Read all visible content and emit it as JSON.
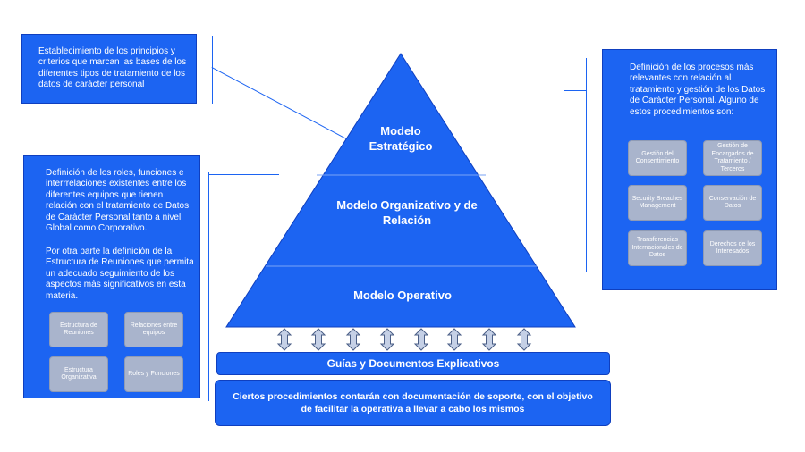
{
  "left_top_box": {
    "text": "Establecimiento de los principios y criterios que marcan las bases de los diferentes tipos de tratamiento de los datos de carácter personal"
  },
  "left_bottom_box": {
    "para1": "Definición de los roles, funciones e interrrelaciones existentes entre los diferentes equipos que tienen relación con el tratamiento de Datos de Carácter Personal tanto a nivel Global como Corporativo.",
    "para2": "Por otra parte la definición de la Estructura de Reuniones que permita un adecuado seguimiento de los aspectos más significativos en esta materia.",
    "chips": [
      "Estructura de Reuniones",
      "Relaciones entre equipos",
      "Estructura Organizativa",
      "Roles y Funciones"
    ]
  },
  "right_box": {
    "text": "Definición de los procesos más relevantes con relación al tratamiento y gestión de los Datos de Carácter Personal. Alguno de estos procedimientos son:",
    "chips": [
      "Gestión del Consentimiento",
      "Gestión de Encargados de Tratamiento / Terceros",
      "Security Breaches Management",
      "Conservación de Datos",
      "Transferencias Internacionales de Datos",
      "Derechos de los Interesados"
    ]
  },
  "pyramid": {
    "top": "Modelo Estratégico",
    "middle": "Modelo Organizativo y de Relación",
    "bottom": "Modelo Operativo"
  },
  "guides_bar": "Guías y Documentos Explicativos",
  "footer_bar": "Ciertos procedimientos contarán con documentación de soporte, con el objetivo de facilitar la operativa a llevar a cabo los mismos",
  "colors": {
    "primary": "#1c64f2",
    "chip": "#a9b4cc",
    "arrow": "#c5d0e6"
  }
}
